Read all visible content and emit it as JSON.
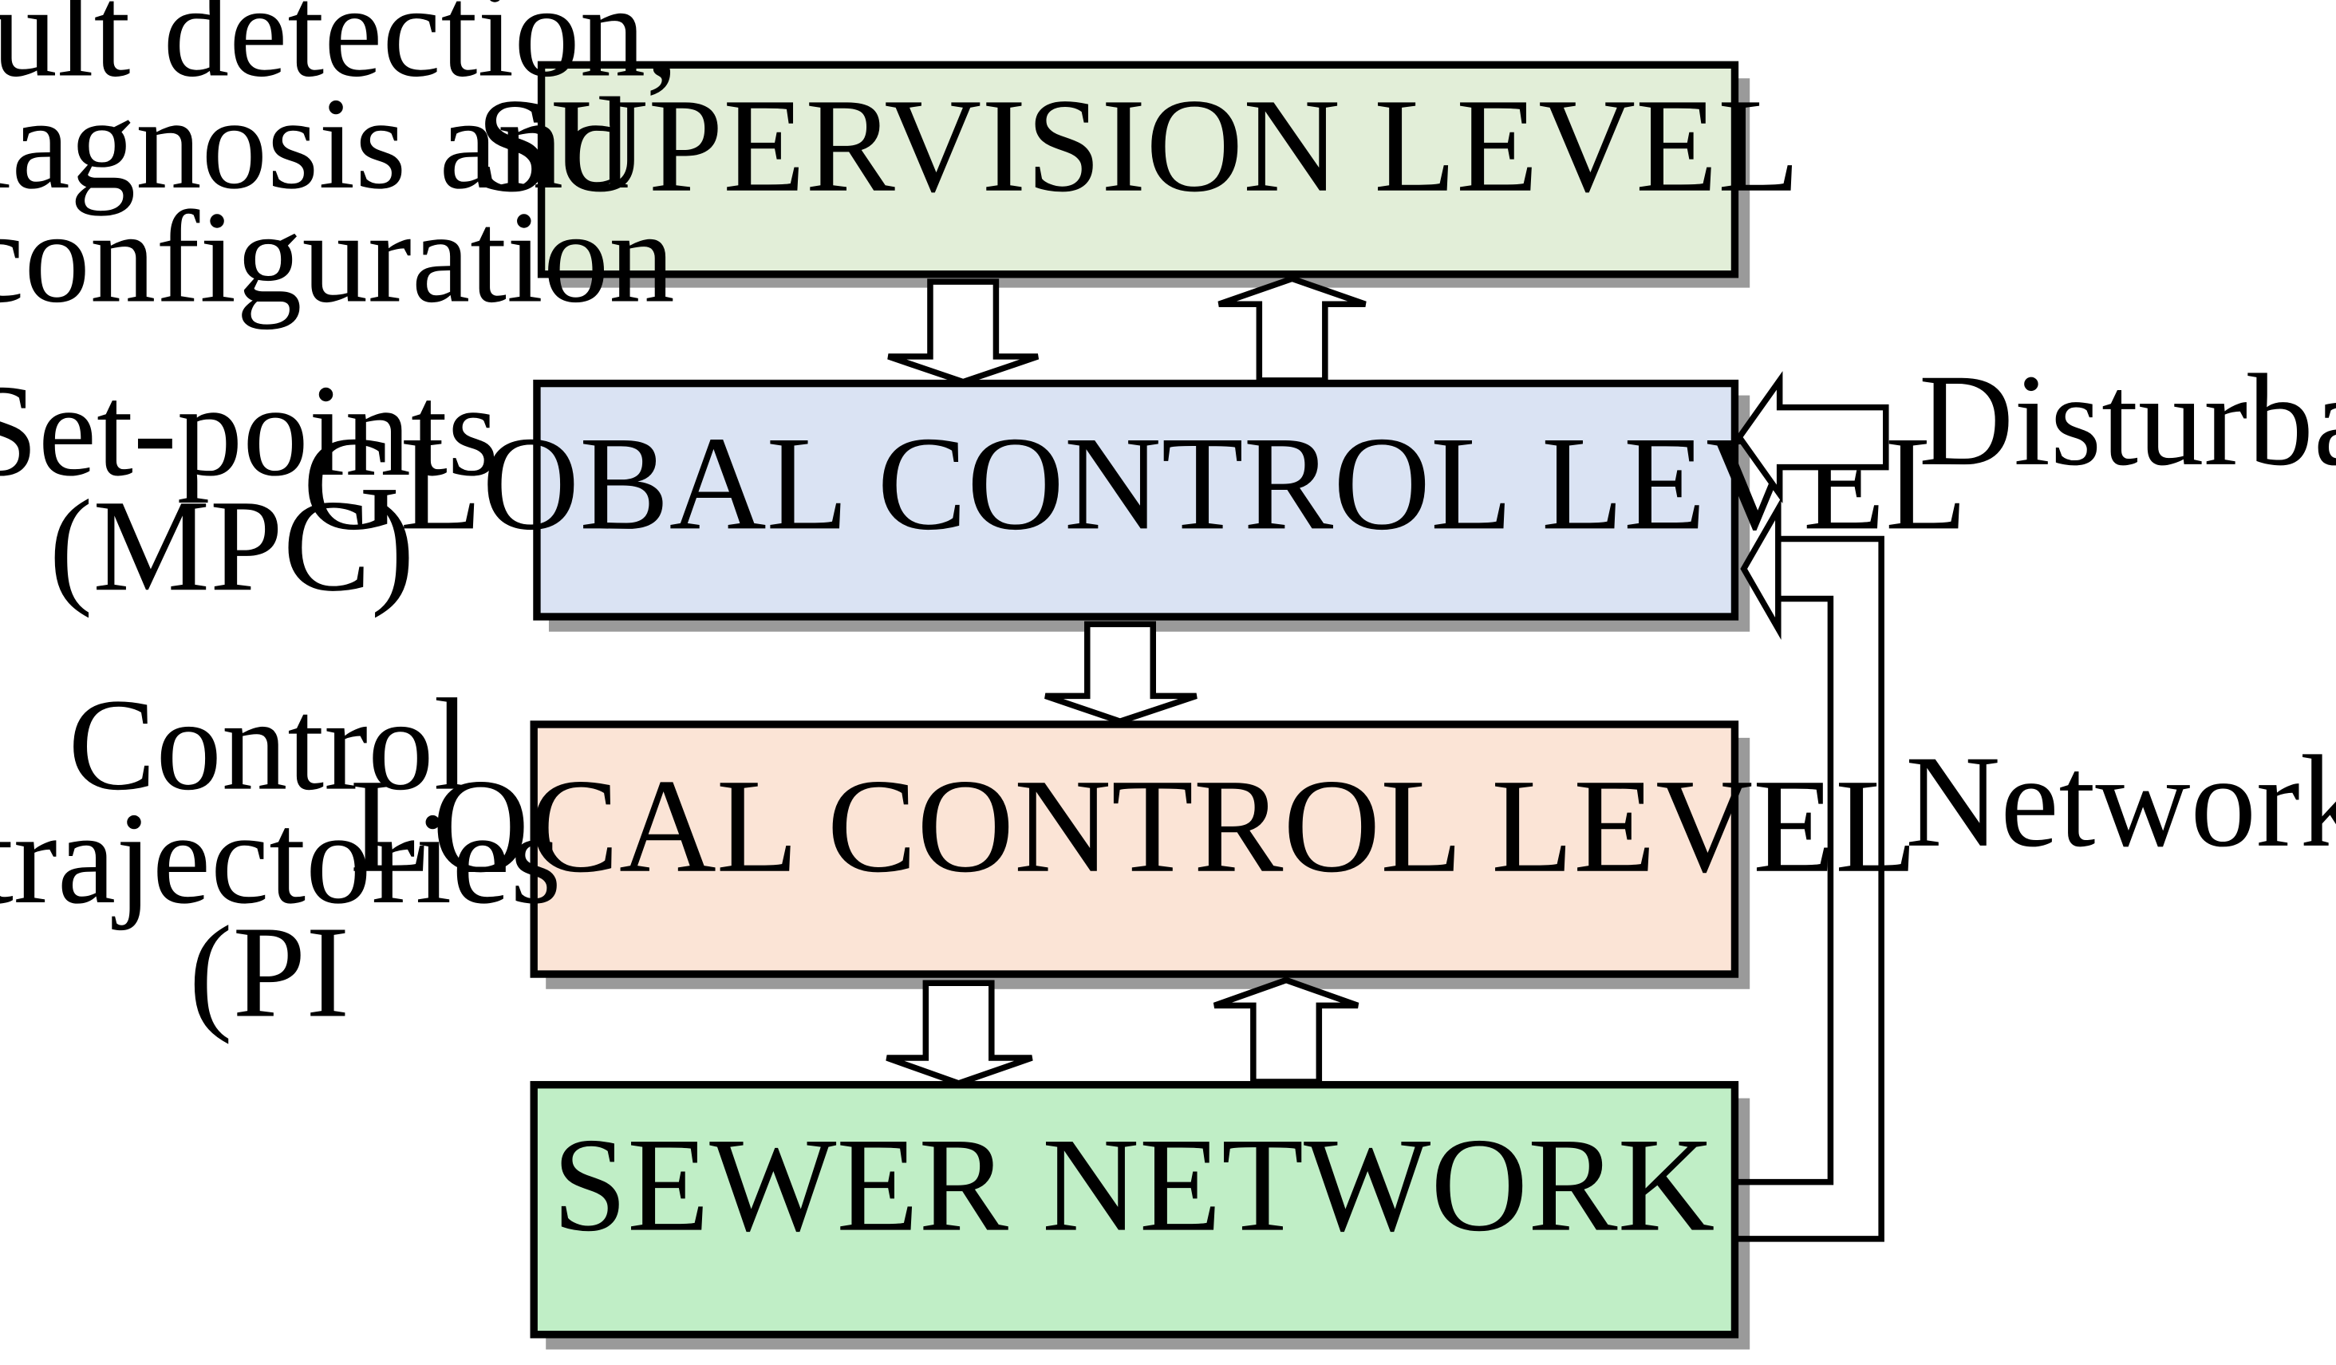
{
  "blocks": {
    "supervision": {
      "label": "SUPERVISION LEVEL",
      "color": "#e2eed8"
    },
    "global": {
      "label": "GLOBAL CONTROL LEVEL",
      "color": "#dae3f3"
    },
    "local": {
      "label": "LOCAL CONTROL LEVEL",
      "color": "#fbe4d6"
    },
    "sewer": {
      "label": "SEWER NETWORK",
      "color": "#c0eec6"
    }
  },
  "left_labels": {
    "supervision": [
      "Fault detection,",
      "diagnosis and",
      "reconfiguration"
    ],
    "global": [
      "Set-points",
      "(MPC)"
    ],
    "local": [
      "Control",
      "trajectories",
      "(PI"
    ]
  },
  "right_labels": {
    "disturbances": "Disturbances",
    "network": "Network"
  }
}
